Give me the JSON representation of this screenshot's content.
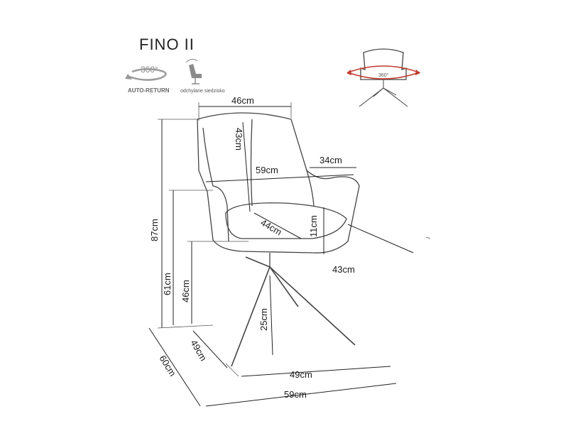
{
  "product": {
    "name": "FINO II"
  },
  "icons": {
    "rotation": {
      "label": "360°",
      "caption": "AUTO-RETURN"
    },
    "recline": {
      "caption": "odchylane siedzisko"
    },
    "thumbnail_rotation": {
      "label": "360°"
    }
  },
  "dimensions": {
    "top_width": "46cm",
    "back_height": "43cm",
    "arm_width": "34cm",
    "overall_width": "59cm",
    "seat_depth": "44cm",
    "arm_height_above_seat": "11cm",
    "side_depth": "43cm",
    "total_height": "87cm",
    "arm_height": "61cm",
    "seat_height": "46cm",
    "leg_height": "25cm",
    "base_depth": "49cm",
    "base_width": "49cm",
    "overall_depth": "60cm",
    "bottom_width": "59cm"
  },
  "colors": {
    "line": "#444444",
    "rotation_arrow": "#c0392b"
  }
}
